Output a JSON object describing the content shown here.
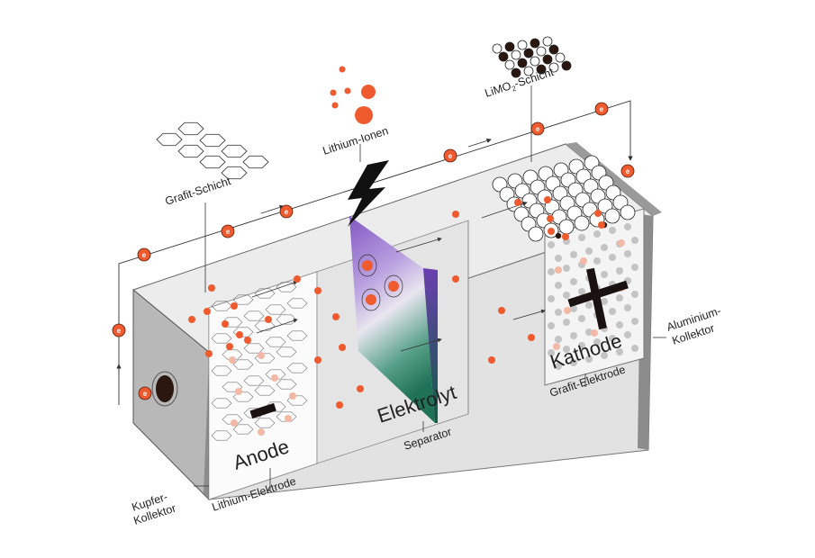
{
  "labels": {
    "grafit_schicht": "Grafit-Schicht",
    "lithium_ionen": "Lithium-Ionen",
    "limo2_prefix": "LiMO",
    "limo2_sub": "2",
    "limo2_suffix": "-Schicht",
    "anode": "Anode",
    "elektrolyt": "Elektrolyt",
    "kathode": "Kathode",
    "separator": "Separator",
    "lithium_elektrode": "Lithium-Elektrode",
    "grafit_elektrode": "Grafit-Elektrode",
    "kupfer_line1": "Kupfer-",
    "kupfer_line2": "Kollektor",
    "aluminium_line1": "Aluminium-",
    "aluminium_line2": "Kollektor",
    "electron": "e",
    "minus": "−",
    "plus": "+"
  },
  "colors": {
    "ion": "#ef5a2e",
    "ion_stroke": "#8a2a12",
    "lightning": "#111111",
    "case_dark": "#9a9a9a",
    "case_mid": "#cfcfcf",
    "case_light": "#e6e6e6",
    "separator_top": "#8e5cc9",
    "separator_bottom": "#1f7a5a",
    "line": "#333333"
  }
}
